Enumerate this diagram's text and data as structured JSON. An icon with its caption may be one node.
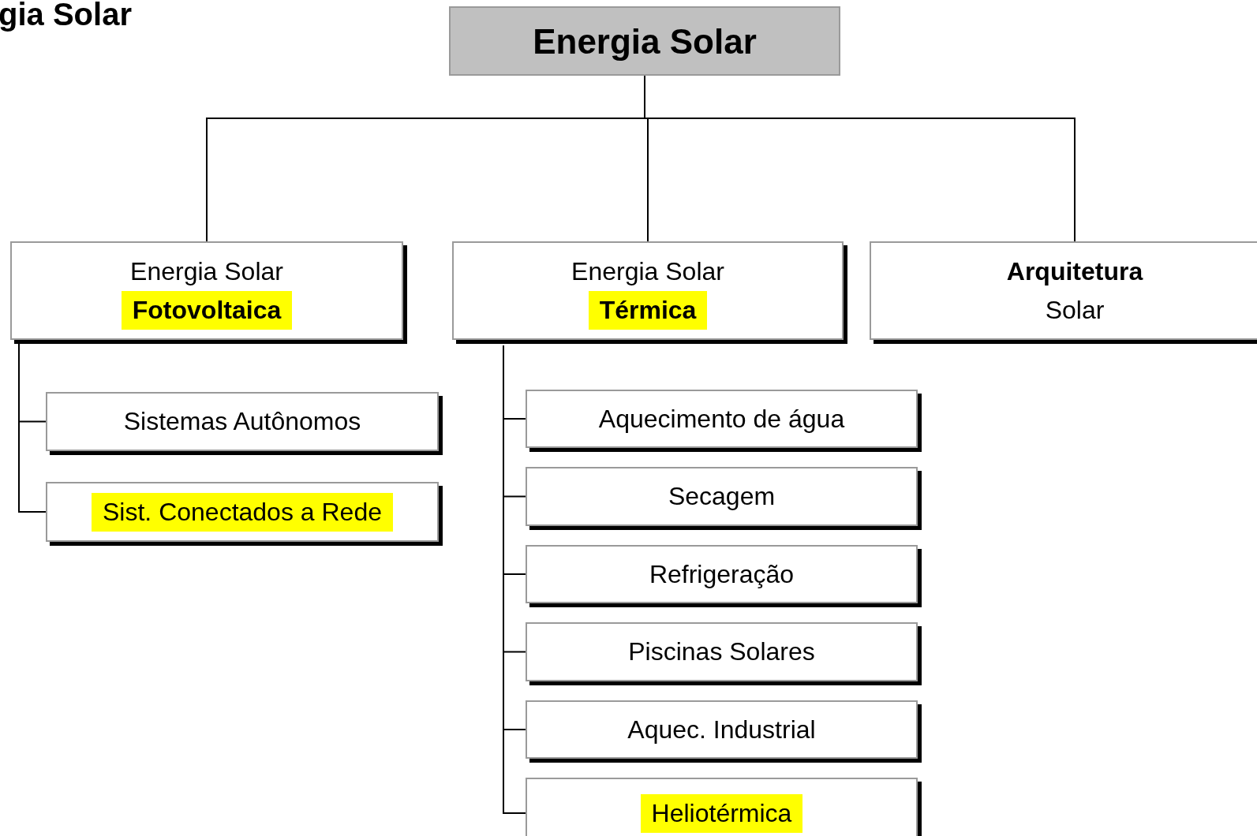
{
  "diagram": {
    "nodes": [
      {
        "text": [
          "Energia Solar"
        ]
      },
      {
        "text": [
          "Energia Solar",
          "Fotovoltaica"
        ]
      },
      {
        "text": [
          "Energia Solar",
          "Térmica"
        ]
      },
      {
        "text": [
          "Arquitetura",
          "Solar"
        ]
      },
      {
        "text": [
          "Sistemas Autônomos"
        ]
      },
      {
        "text": [
          "Sist. Conectados a Rede"
        ]
      },
      {
        "text": [
          "Aquecimento de água"
        ]
      },
      {
        "text": [
          "Secagem"
        ]
      },
      {
        "text": [
          "Refrigeração"
        ]
      },
      {
        "text": [
          "Piscinas Solares"
        ]
      },
      {
        "text": [
          "Aquec. Industrial"
        ]
      },
      {
        "text": [
          "Heliotérmica"
        ]
      }
    ],
    "edges": [
      {
        "from": 0,
        "to": 1,
        "arrow": "none"
      },
      {
        "from": 0,
        "to": 2,
        "arrow": "none"
      },
      {
        "from": 0,
        "to": 3,
        "arrow": "none"
      },
      {
        "from": 1,
        "to": 4,
        "arrow": "none"
      },
      {
        "from": 1,
        "to": 5,
        "arrow": "none"
      },
      {
        "from": 2,
        "to": 6,
        "arrow": "none"
      },
      {
        "from": 2,
        "to": 7,
        "arrow": "none"
      },
      {
        "from": 2,
        "to": 8,
        "arrow": "none"
      },
      {
        "from": 2,
        "to": 9,
        "arrow": "none"
      },
      {
        "from": 2,
        "to": 10,
        "arrow": "none"
      },
      {
        "from": 2,
        "to": 11,
        "arrow": "none"
      }
    ],
    "labels": [
      "gia Solar"
    ]
  }
}
